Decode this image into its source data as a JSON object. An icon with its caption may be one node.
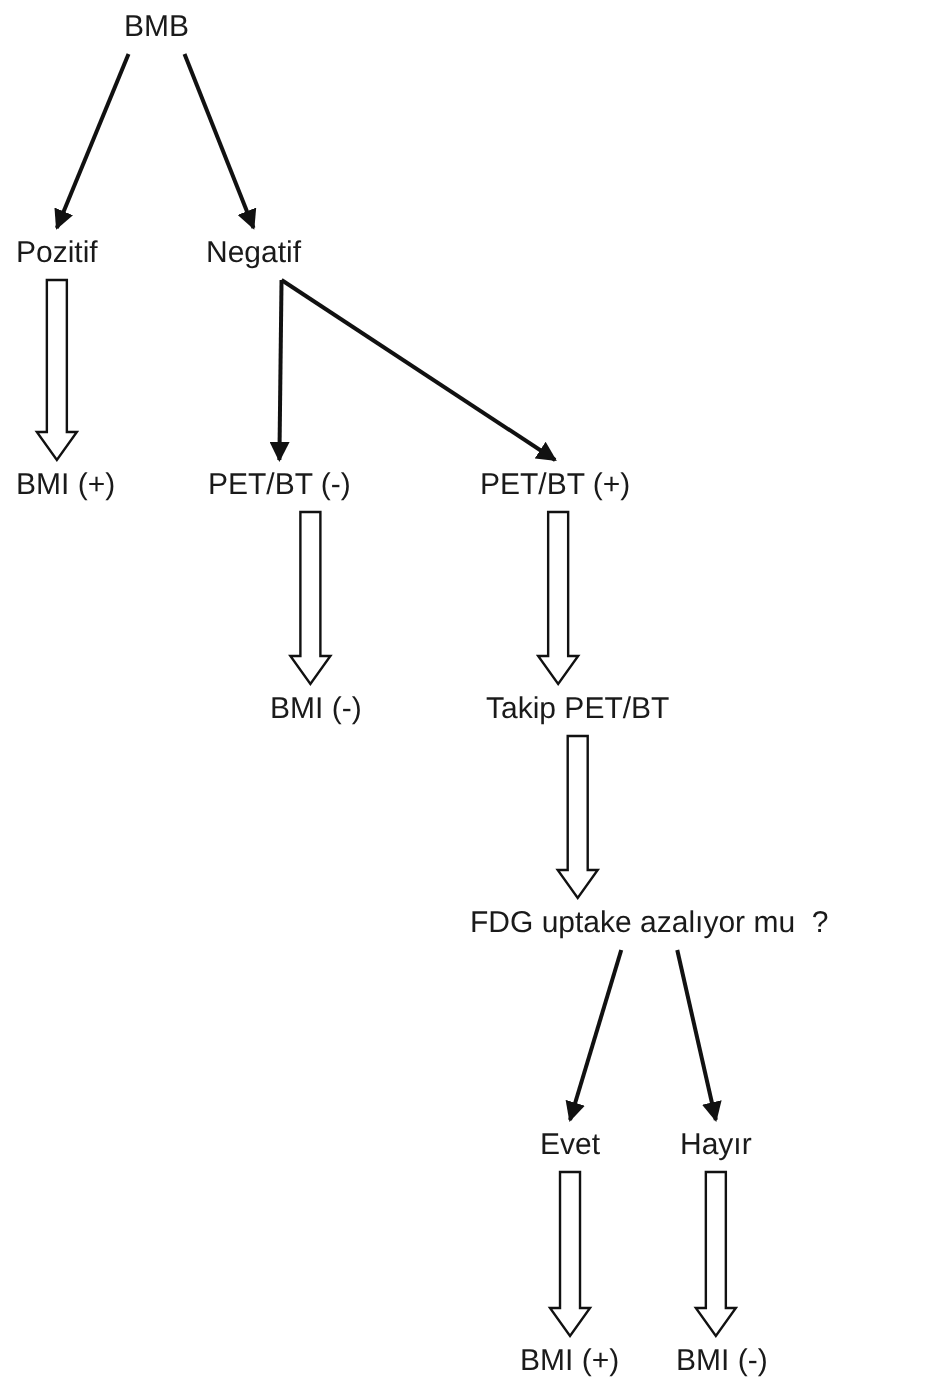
{
  "diagram": {
    "nodes": [
      {
        "text": [
          "BMB"
        ]
      },
      {
        "text": [
          "Pozitif"
        ]
      },
      {
        "text": [
          "Negatif"
        ]
      },
      {
        "text": [
          "BMI (+)"
        ]
      },
      {
        "text": [
          "PET/BT (-)"
        ]
      },
      {
        "text": [
          "PET/BT (+)"
        ]
      },
      {
        "text": [
          "BMI (-)"
        ]
      },
      {
        "text": [
          "Takip PET/BT"
        ]
      },
      {
        "text": [
          "FDG uptake azalıyor mu  ?"
        ]
      },
      {
        "text": [
          "Evet"
        ]
      },
      {
        "text": [
          "Hayır"
        ]
      },
      {
        "text": [
          "BMI (+)"
        ]
      },
      {
        "text": [
          "BMI (-)"
        ]
      }
    ],
    "edges": [
      {
        "from": 0,
        "to": 1,
        "arrow": "to"
      },
      {
        "from": 0,
        "to": 2,
        "arrow": "to"
      },
      {
        "from": 1,
        "to": 3,
        "arrow": "to",
        "style": "thick"
      },
      {
        "from": 2,
        "to": 4,
        "arrow": "to"
      },
      {
        "from": 2,
        "to": 5,
        "arrow": "to"
      },
      {
        "from": 4,
        "to": 6,
        "arrow": "to",
        "style": "thick"
      },
      {
        "from": 5,
        "to": 7,
        "arrow": "to",
        "style": "thick"
      },
      {
        "from": 7,
        "to": 8,
        "arrow": "to",
        "style": "thick"
      },
      {
        "from": 8,
        "to": 9,
        "arrow": "to"
      },
      {
        "from": 8,
        "to": 10,
        "arrow": "to"
      },
      {
        "from": 9,
        "to": 11,
        "arrow": "to",
        "style": "thick"
      },
      {
        "from": 10,
        "to": 12,
        "arrow": "to",
        "style": "thick"
      }
    ]
  }
}
